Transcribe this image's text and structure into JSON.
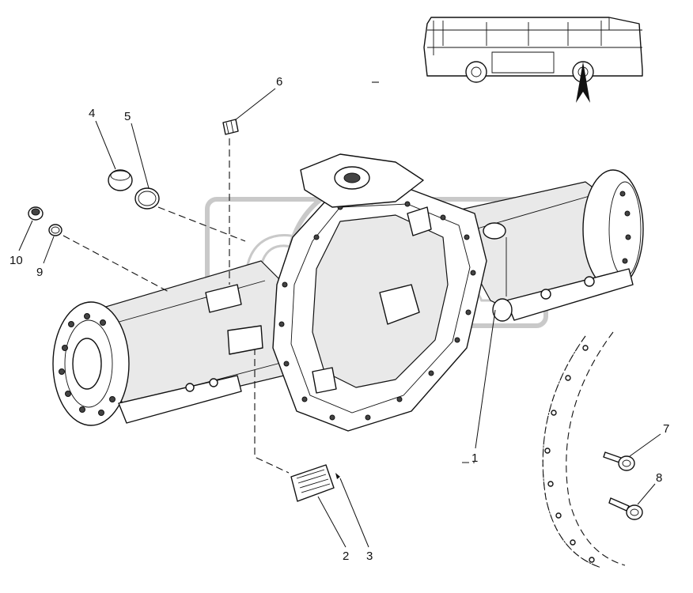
{
  "callouts": [
    {
      "id": "1",
      "label": "1"
    },
    {
      "id": "2",
      "label": "2"
    },
    {
      "id": "3",
      "label": "3"
    },
    {
      "id": "4",
      "label": "4"
    },
    {
      "id": "5",
      "label": "5"
    },
    {
      "id": "6",
      "label": "6"
    },
    {
      "id": "7",
      "label": "7"
    },
    {
      "id": "8",
      "label": "8"
    },
    {
      "id": "9",
      "label": "9"
    },
    {
      "id": "10",
      "label": "10"
    }
  ],
  "watermark": {
    "text": "OPEX"
  },
  "colors": {
    "line": "#111111",
    "watermark": "#c9c9c9",
    "background": "#ffffff"
  }
}
